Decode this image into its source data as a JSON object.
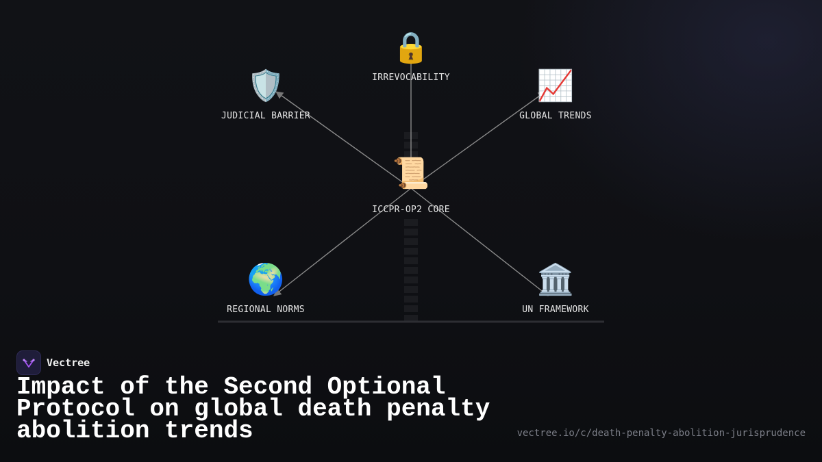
{
  "diagram": {
    "center": {
      "emoji": "📜",
      "label": "ICCPR-OP2 CORE"
    },
    "nodes": [
      {
        "id": "irrevocability",
        "emoji": "🔒",
        "label": "IRREVOCABILITY"
      },
      {
        "id": "judicial-barrier",
        "emoji": "🛡️",
        "label": "JUDICIAL BARRIER"
      },
      {
        "id": "global-trends",
        "emoji": "📈",
        "label": "GLOBAL TRENDS"
      },
      {
        "id": "regional-norms",
        "emoji": "🌍",
        "label": "REGIONAL NORMS"
      },
      {
        "id": "un-framework",
        "emoji": "🏛️",
        "label": "UN FRAMEWORK"
      }
    ]
  },
  "brand": {
    "name": "Vectree"
  },
  "title": "Impact of the Second Optional Protocol on global death penalty abolition trends",
  "url": "vectree.io/c/death-penalty-abolition-jurisprudence",
  "colors": {
    "background": "#0f1014",
    "edge": "#8a8a8a",
    "text": "#e6e6e6",
    "url": "#7c7f88",
    "brand_logo": "#1f1d3a",
    "brand_mark": "#a855f7"
  }
}
